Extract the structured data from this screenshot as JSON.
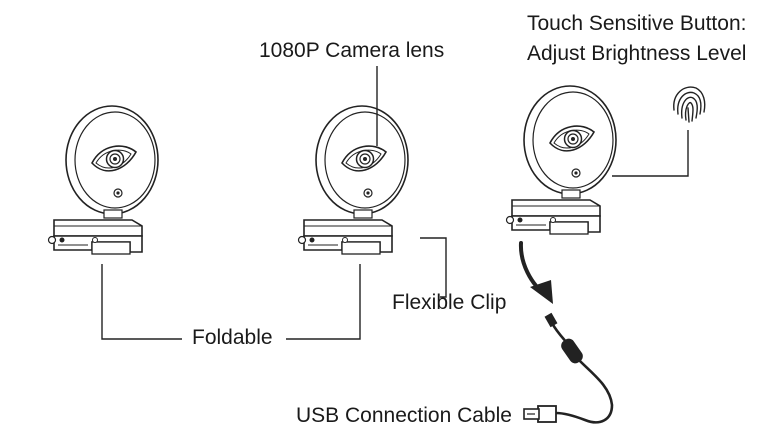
{
  "labels": {
    "touch_button_line1": "Touch Sensitive Button:",
    "touch_button_line2": "Adjust Brightness Level",
    "camera_lens": "1080P Camera lens",
    "flexible_clip": "Flexible Clip",
    "foldable": "Foldable",
    "usb_cable": "USB Connection Cable"
  },
  "colors": {
    "line": "#222222",
    "fill": "#ffffff"
  },
  "icons": [
    "fingerprint-icon",
    "arrow-down-curve-icon",
    "usb-plug-icon"
  ]
}
